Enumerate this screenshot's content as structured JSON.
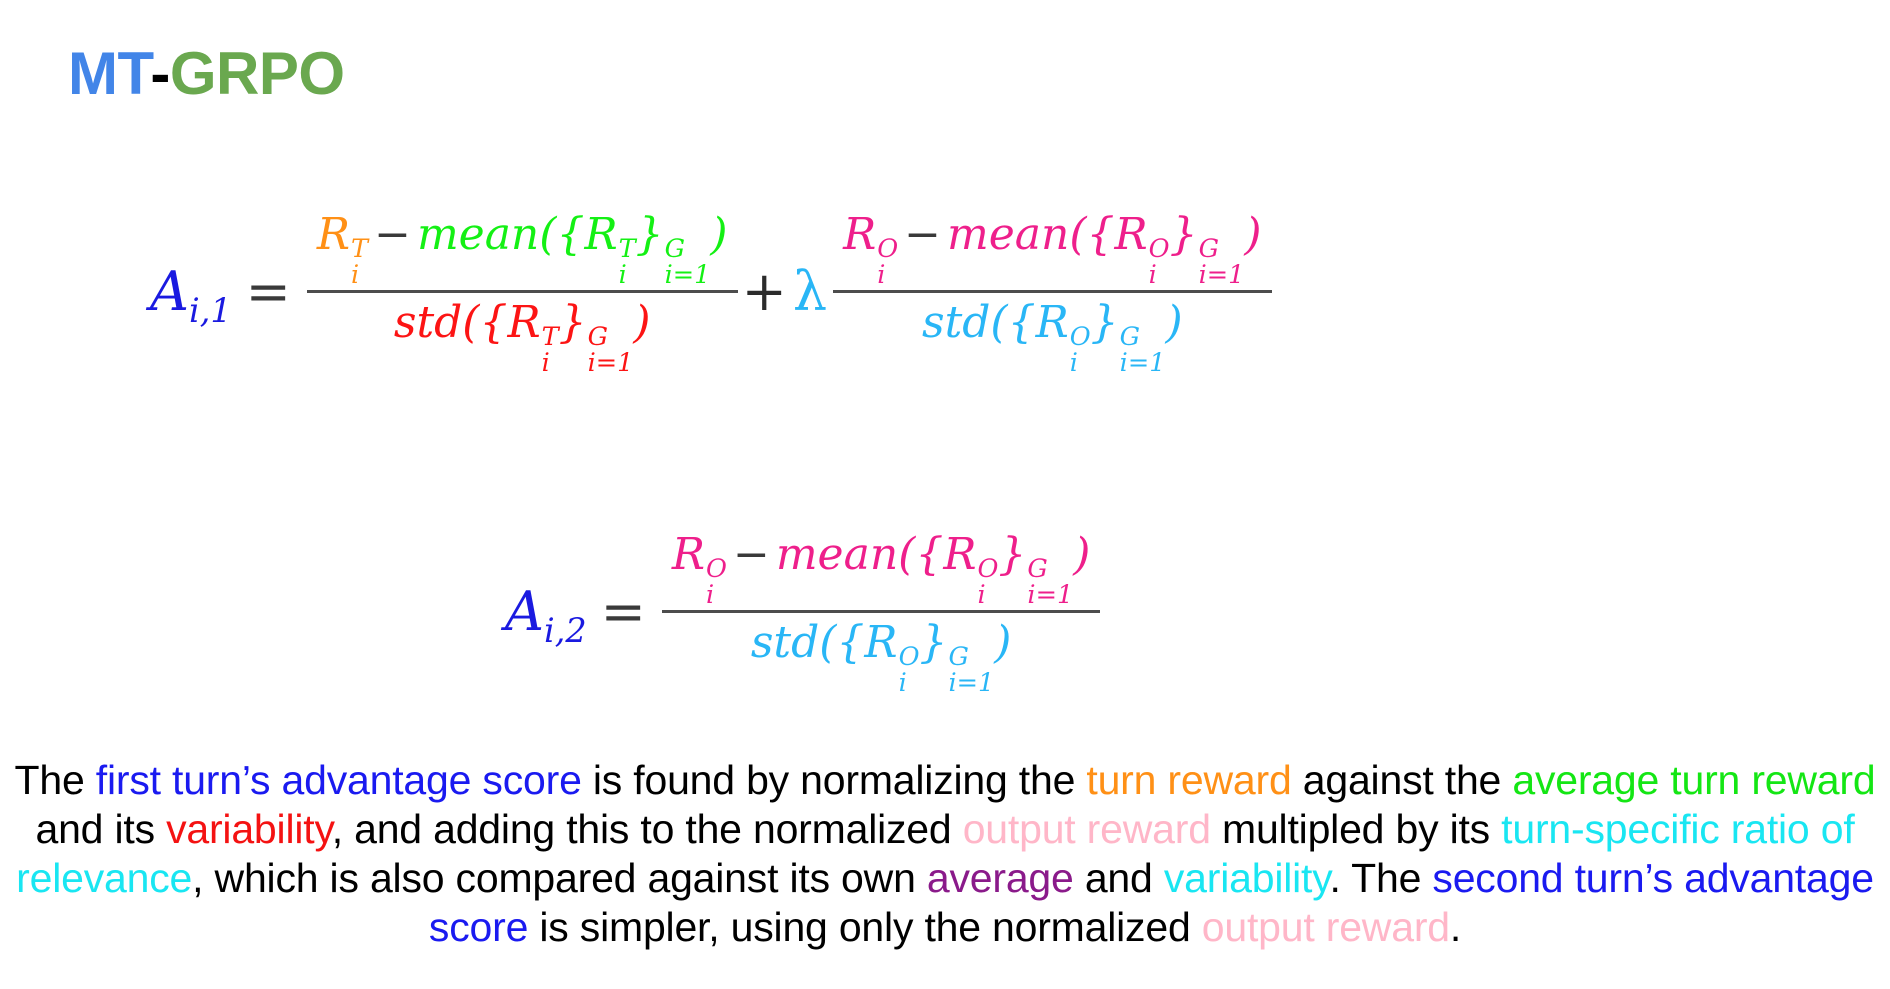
{
  "title": {
    "part1": "MT",
    "dash": "-",
    "part2": "GRPO",
    "color_part1": "#4285e8",
    "color_dash": "#000000",
    "color_part2": "#6aa84f"
  },
  "equations": [
    {
      "id": "equation-1",
      "lhs": "A",
      "lhs_sub": "i,1",
      "relation": "=",
      "fraction_1": {
        "numerator": {
          "term1": "R",
          "term1_sup": "T",
          "term1_sub": "i",
          "operator": "−",
          "fn": "mean",
          "open": "({",
          "term2": "R",
          "term2_sup": "T",
          "term2_sub": "i",
          "close": "}",
          "limit_sup": "G",
          "limit_sub": "i=1",
          "close2": ")",
          "color_term1": "#ff9016",
          "color_fn": "#14f014",
          "color_operator": "#3a3a3a"
        },
        "denominator": {
          "fn": "std",
          "open": "({",
          "term": "R",
          "term_sup": "T",
          "term_sub": "i",
          "close": "}",
          "limit_sup": "G",
          "limit_sub": "i=1",
          "close2": ")",
          "color": "#fc1414"
        }
      },
      "operator": "+",
      "coefficient": "λ",
      "coefficient_color": "#29b6f6",
      "fraction_2": {
        "numerator": {
          "term1": "R",
          "term1_sup": "O",
          "term1_sub": "i",
          "operator": "−",
          "fn": "mean",
          "open": "({",
          "term2": "R",
          "term2_sup": "O",
          "term2_sub": "i",
          "close": "}",
          "limit_sup": "G",
          "limit_sub": "i=1",
          "close2": ")",
          "color_term1": "#ee1f8b",
          "color_fn": "#ee1f8b",
          "color_operator": "#3a3a3a"
        },
        "denominator": {
          "fn": "std",
          "open": "({",
          "term": "R",
          "term_sup": "O",
          "term_sub": "i",
          "close": "}",
          "limit_sup": "G",
          "limit_sub": "i=1",
          "close2": ")",
          "color": "#29b6f6"
        }
      }
    },
    {
      "id": "equation-2",
      "lhs": "A",
      "lhs_sub": "i,2",
      "relation": "=",
      "fraction_1": {
        "numerator": {
          "term1": "R",
          "term1_sup": "O",
          "term1_sub": "i",
          "operator": "−",
          "fn": "mean",
          "open": "({",
          "term2": "R",
          "term2_sup": "O",
          "term2_sub": "i",
          "close": "}",
          "limit_sup": "G",
          "limit_sub": "i=1",
          "close2": ")",
          "color_term1": "#ee1f8b",
          "color_fn": "#ee1f8b",
          "color_operator": "#3a3a3a"
        },
        "denominator": {
          "fn": "std",
          "open": "({",
          "term": "R",
          "term_sup": "O",
          "term_sub": "i",
          "close": "}",
          "limit_sup": "G",
          "limit_sub": "i=1",
          "close2": ")",
          "color": "#29b6f6"
        }
      }
    }
  ],
  "caption": {
    "full_text": "The first turn’s advantage score is found by normalizing the turn reward against the average turn reward and its variability, and adding this to the normalized output reward multipled by its turn-specific ratio of relevance, which is also compared against its own average and variability. The second turn’s advantage score is simpler, using only the normalized output reward.",
    "segments": [
      {
        "text": "The ",
        "color": "black"
      },
      {
        "text": "first turn’s advantage score",
        "color": "blue"
      },
      {
        "text": " is found by normalizing the ",
        "color": "black"
      },
      {
        "text": "turn reward",
        "color": "orange"
      },
      {
        "text": " against the ",
        "color": "black"
      },
      {
        "text": "average turn reward",
        "color": "green"
      },
      {
        "text": " and its ",
        "color": "black"
      },
      {
        "text": "variability",
        "color": "red"
      },
      {
        "text": ", and adding this to the normalized ",
        "color": "black"
      },
      {
        "text": "output reward",
        "color": "pink"
      },
      {
        "text": " multipled by its ",
        "color": "black"
      },
      {
        "text": "turn-specific ratio of relevance",
        "color": "cyan"
      },
      {
        "text": ", which is also compared against its own ",
        "color": "black"
      },
      {
        "text": "average",
        "color": "purple"
      },
      {
        "text": " and ",
        "color": "black"
      },
      {
        "text": "variability",
        "color": "cyan"
      },
      {
        "text": ". The ",
        "color": "black"
      },
      {
        "text": "second turn’s advantage score",
        "color": "blue"
      },
      {
        "text": " is simpler, using only the normalized ",
        "color": "black"
      },
      {
        "text": "output reward",
        "color": "pink"
      },
      {
        "text": ".",
        "color": "black"
      }
    ]
  },
  "palette": {
    "title_blue": "#4285e8",
    "title_green": "#6aa84f",
    "turn_reward_orange": "#ff9016",
    "mean_green": "#14f014",
    "std_red": "#fc1414",
    "output_magenta": "#ee1f8b",
    "cyan": "#29b6f6",
    "advantage_blue": "#1a1ae0",
    "caption_pink": "#ffb6c8",
    "caption_purple": "#8a1a8a",
    "background": "#ffffff"
  }
}
